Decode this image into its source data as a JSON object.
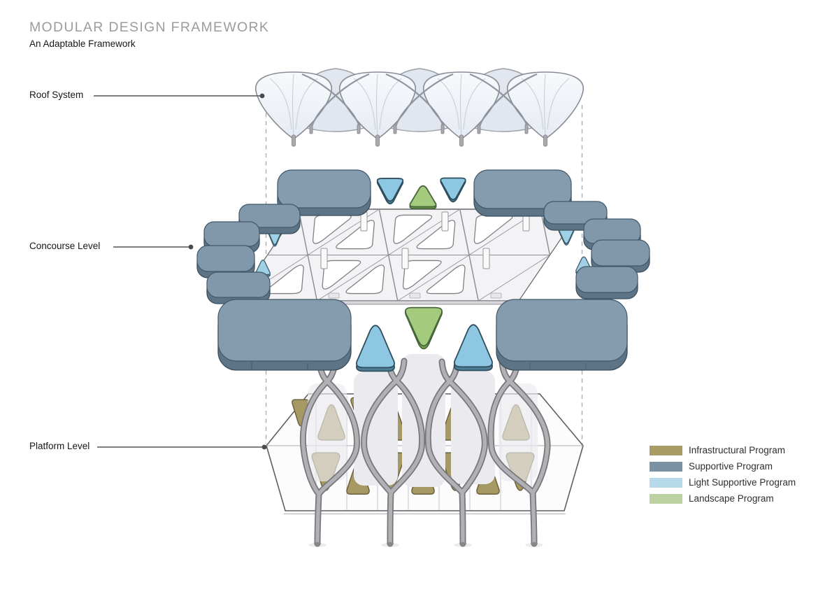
{
  "header": {
    "title": "MODULAR DESIGN FRAMEWORK",
    "subtitle": "An Adaptable Framework"
  },
  "annotations": {
    "roof": {
      "label": "Roof System"
    },
    "concourse": {
      "label": "Concourse Level"
    },
    "platform": {
      "label": "Platform Level"
    }
  },
  "legend": {
    "items": [
      {
        "label": "Infrastructural Program",
        "color": "#a99b64"
      },
      {
        "label": "Supportive Program",
        "color": "#7a92a4"
      },
      {
        "label": "Light Supportive Program",
        "color": "#b7daea"
      },
      {
        "label": "Landscape Program",
        "color": "#bcd2a0"
      }
    ]
  },
  "palette": {
    "supportive_top": "#8098aa",
    "supportive_side": "#5d7486",
    "light_supportive": "#8ec7e2",
    "landscape": "#a4cb7d",
    "infrastructural": "#a79963",
    "structure_gray": "#b0b0b5",
    "canopy": "#eef1f7"
  }
}
